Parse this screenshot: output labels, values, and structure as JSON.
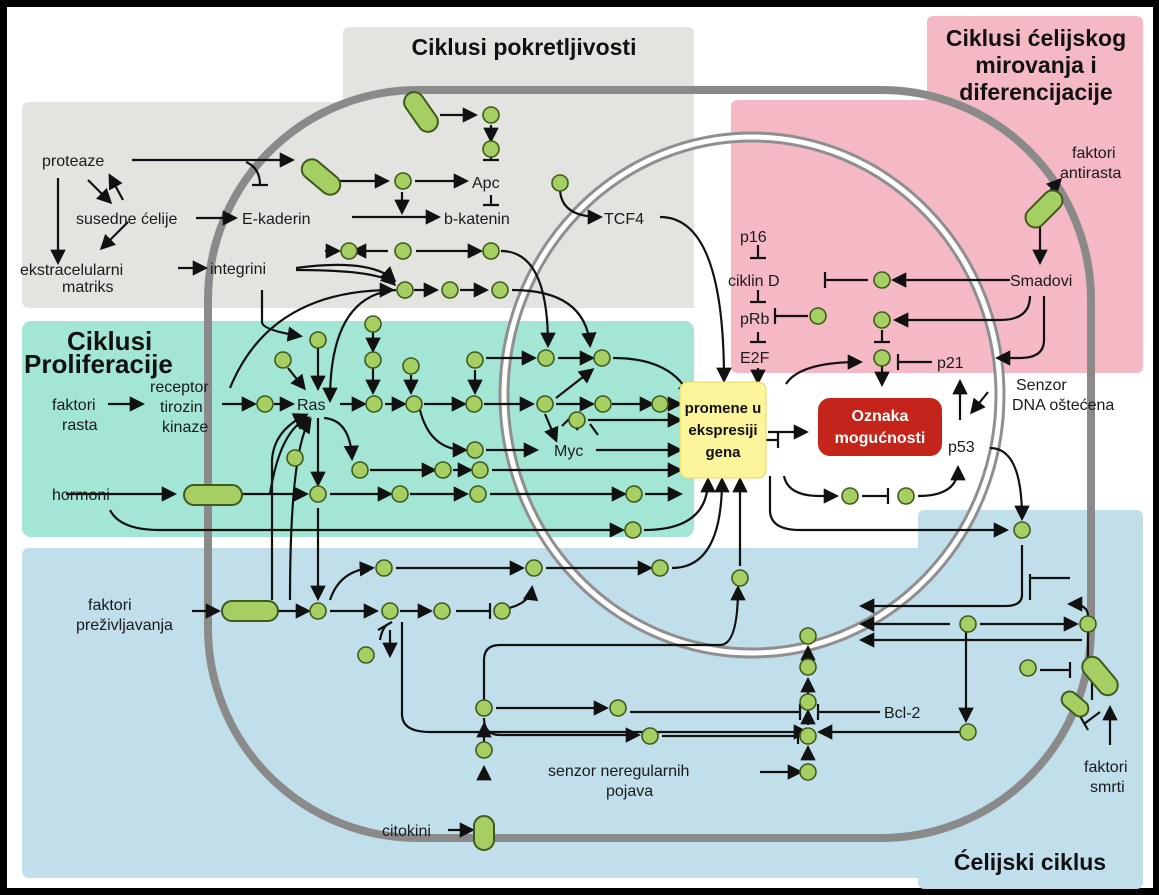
{
  "panels": {
    "motility": "Ciklusi pokretljivosti",
    "quiescence": [
      "Ciklusi ćelijskog",
      "mirovanja i",
      "diferencijacije"
    ],
    "proliferation": [
      "Ciklusi",
      "Proliferacije"
    ],
    "cell_cycle": "Ćelijski ciklus"
  },
  "labels": {
    "proteaze": "proteaze",
    "susedne": "susedne ćelije",
    "ekstra1": "ekstracelularni",
    "ekstra2": "matriks",
    "ekaderin": "E-kaderin",
    "bkatenin": "b-katenin",
    "apc": "Apc",
    "tcf4": "TCF4",
    "integrini": "integrini",
    "faktori_rasta1": "faktori",
    "faktori_rasta2": "rasta",
    "receptor1": "receptor",
    "receptor2": "tirozin",
    "receptor3": "kinaze",
    "ras": "Ras",
    "myc": "Myc",
    "hormoni": "hormoni",
    "prez1": "faktori",
    "prez2": "preživljavanja",
    "citokini": "citokini",
    "senzor_neg1": "senzor neregularnih",
    "senzor_neg2": "pojava",
    "bcl2": "Bcl-2",
    "p16": "p16",
    "ciklinD": "ciklin D",
    "prb": "pRb",
    "e2f": "E2F",
    "smadovi": "Smadovi",
    "antirast1": "faktori",
    "antirast2": "antirasta",
    "p21": "p21",
    "p53": "p53",
    "senzor_dna1": "Senzor",
    "senzor_dna2": "DNA oštećena",
    "smrti1": "faktori",
    "smrti2": "smrti",
    "gene1": "promene u",
    "gene2": "ekspresiji",
    "gene3": "gena",
    "hall1": "Oznaka",
    "hall2": "mogućnosti"
  },
  "colors": {
    "motility_bg": "#e3e3df",
    "quiescence_bg": "#f5b9c6",
    "proliferation_bg": "#a4e6d6",
    "cell_cycle_bg": "#c0dfeb",
    "membrane": "#8a8a8a",
    "node_fill": "#a5cf63",
    "gene_box": "#fdf59c",
    "hallmark_box": "#c42419"
  }
}
